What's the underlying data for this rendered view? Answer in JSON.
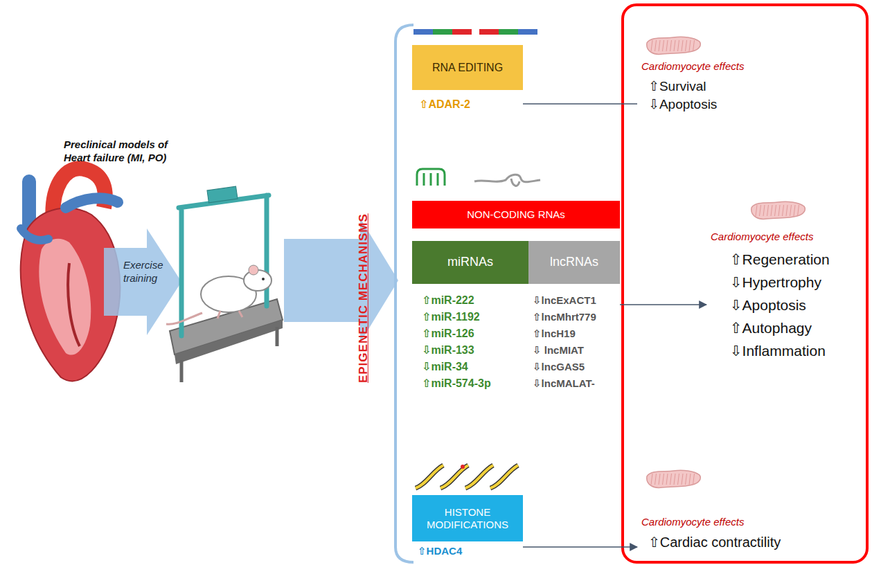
{
  "diagram": {
    "nodes": [
      {
        "text": [
          "RNA EDITING",
          "⇧ADAR-2"
        ]
      },
      {
        "text": [
          "NON-CODING RNAs"
        ]
      },
      {
        "text": [
          "miRNAs",
          "⇧miR-222",
          "⇧miR-1192",
          "⇧miR-126",
          "⇩miR-133",
          "⇩miR-34",
          "⇧miR-574-3p"
        ]
      },
      {
        "text": [
          "lncRNAs",
          "⇩lncExACT1",
          "⇧lncMhrt779",
          "⇧lncH19",
          "⇩ lncMIAT",
          "⇩lncGAS5",
          "⇩lncMALAT-"
        ]
      },
      {
        "text": [
          "HISTONE MODIFICATIONS",
          "⇧HDAC4"
        ]
      },
      {
        "text": [
          "Cardiomyocyte effects",
          "⇧Survival",
          "⇩Apoptosis"
        ]
      },
      {
        "text": [
          "Cardiomyocyte effects",
          "⇧Regeneration",
          "⇩Hypertrophy",
          "⇩Apoptosis",
          "⇧Autophagy",
          "⇩Inflammation"
        ]
      },
      {
        "text": [
          "Cardiomyocyte effects",
          "⇧Cardiac contractility"
        ]
      }
    ],
    "edges": [
      {
        "from": 0,
        "to": 5,
        "arrow": "none"
      },
      {
        "from": 3,
        "to": 6,
        "arrow": "to"
      },
      {
        "from": 4,
        "to": 7,
        "arrow": "to"
      }
    ],
    "labels": [
      "Preclinical models of Heart failure (MI, PO)",
      "Exercise training",
      "EPIGENETIC MECHANISMS"
    ]
  }
}
